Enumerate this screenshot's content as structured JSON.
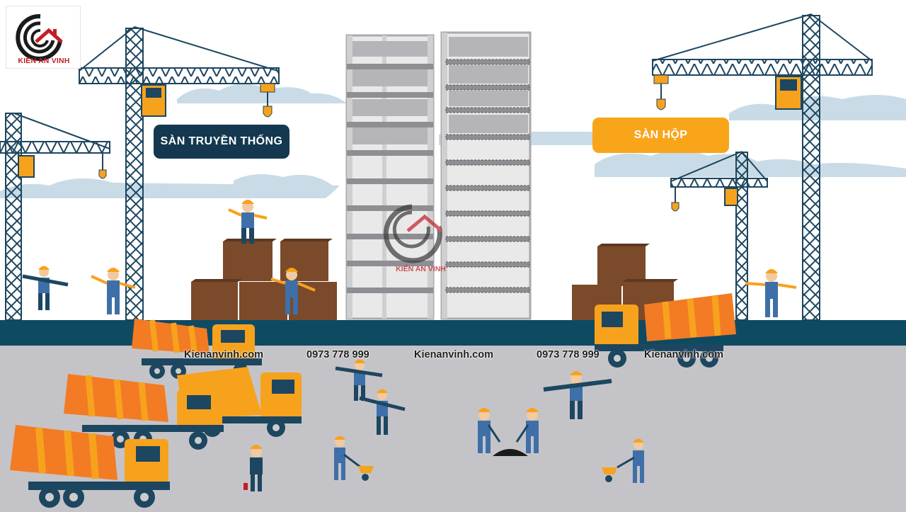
{
  "logo": {
    "text": "KIẾN AN VINH",
    "brand_red": "#c41e24",
    "brand_dark": "#1b1b1b"
  },
  "labels": {
    "left": "SÀN TRUYỀN THỐNG",
    "right": "SÀN HỘP"
  },
  "watermark": {
    "items": [
      "Kienanvinh.com",
      "0973 778 999",
      "Kienanvinh.com",
      "0973 778 999",
      "Kienanvinh.com"
    ],
    "center_logo_text": "KIẾN AN VINH"
  },
  "colors": {
    "sky": "#ffffff",
    "cloud": "#c9dbe6",
    "crane": "#1d4660",
    "ground_band": "#0f4a63",
    "ground": "#c4c4c8",
    "label_dark": "#13384f",
    "label_orange": "#f9a51a",
    "truck_body": "#f7a21c",
    "truck_drum": "#f37b24",
    "box": "#7a4a2a",
    "building_frame": "#cfcfd1"
  }
}
